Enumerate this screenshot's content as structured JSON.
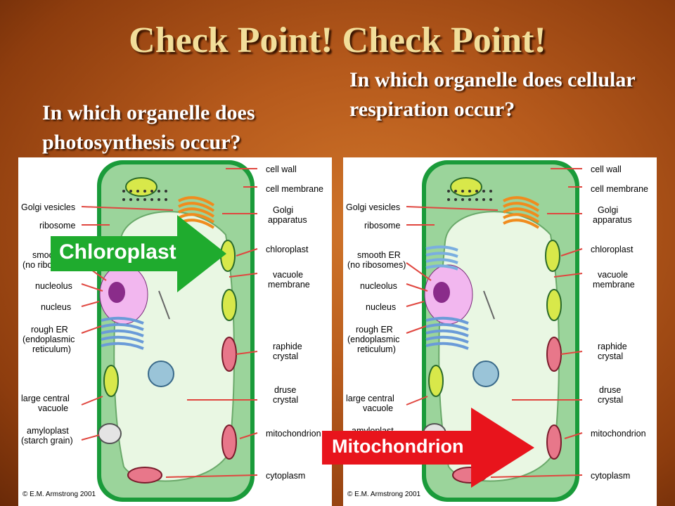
{
  "title": "Check Point! Check Point!",
  "question_left": "In which organelle does photosynthesis occur?",
  "question_right": "In which organelle does cellular respiration occur?",
  "diagram_labels": {
    "cell_wall": "cell wall",
    "cell_membrane": "cell membrane",
    "golgi_vesicles": "Golgi vesicles",
    "golgi_apparatus_1": "Golgi",
    "golgi_apparatus_2": "apparatus",
    "ribosome": "ribosome",
    "smooth_er_1": "smooth ER",
    "smooth_er_2": "(no ribosomes)",
    "chloroplast": "chloroplast",
    "nucleolus": "nucleolus",
    "vacuole_membrane_1": "vacuole",
    "vacuole_membrane_2": "membrane",
    "nucleus": "nucleus",
    "rough_er_1": "rough ER",
    "rough_er_2": "(endoplasmic",
    "rough_er_3": "reticulum)",
    "raphide_crystal_1": "raphide",
    "raphide_crystal_2": "crystal",
    "druse_crystal_1": "druse",
    "druse_crystal_2": "crystal",
    "large_central_vacuole_1": "large central",
    "large_central_vacuole_2": "vacuole",
    "amyloplast_1": "amyloplast",
    "amyloplast_2": "(starch grain)",
    "mitochondrion": "mitochondrion",
    "cytoplasm": "cytoplasm",
    "copyright": "© E.M. Armstrong 2001"
  },
  "callout_left": "Chloroplast",
  "callout_right": "Mitochondrion",
  "colors": {
    "callout_left": "#1fab2e",
    "callout_right": "#e8141c",
    "title": "#f2de9a",
    "arrow": "#e0463f"
  }
}
